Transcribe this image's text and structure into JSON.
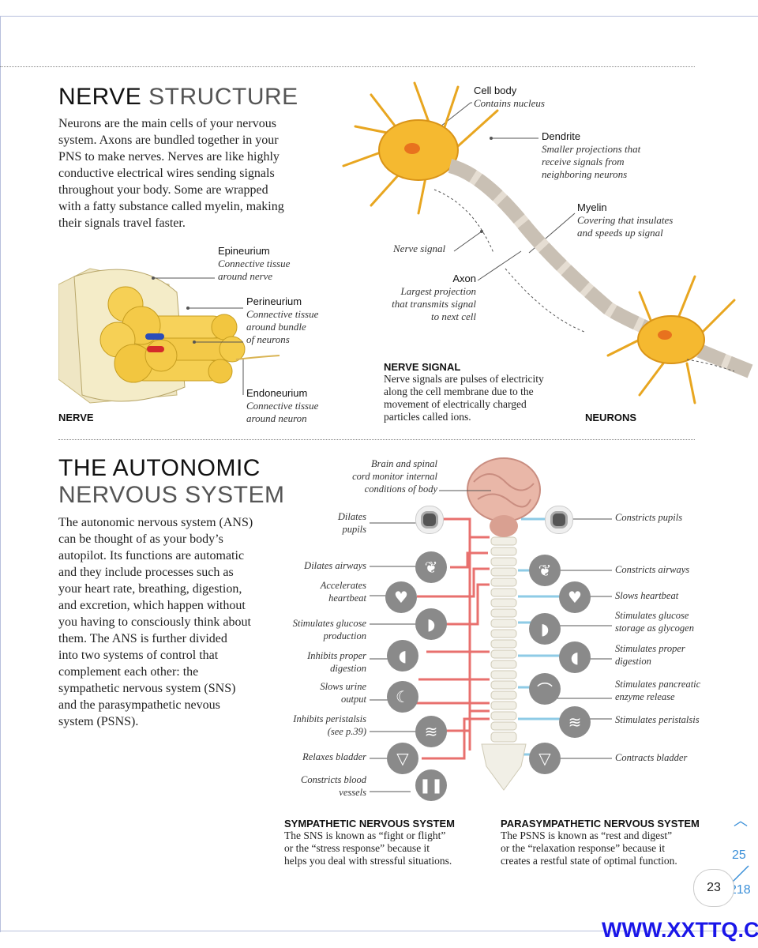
{
  "nerve_section": {
    "title_bold": "NERVE",
    "title_light": "STRUCTURE",
    "intro": "Neurons are the main cells of your nervous system. Axons are bundled together in your PNS to make nerves. Nerves are like highly conductive electrical wires sending signals throughout your body. Some are wrapped with a fatty substance called myelin, making their signals travel faster.",
    "intro_lines": [
      "Neurons are the main cells of your nervous",
      "system. Axons are bundled together in your",
      "PNS to make nerves. Nerves are like highly",
      "conductive electrical wires sending signals",
      "throughout your body. Some are wrapped",
      "with a fatty substance called myelin, making",
      "their signals travel faster."
    ],
    "nerve_labels": {
      "epineurium": {
        "name": "Epineurium",
        "desc": [
          "Connective tissue",
          "around nerve"
        ]
      },
      "perineurium": {
        "name": "Perineurium",
        "desc": [
          "Connective tissue",
          "around bundle",
          "of neurons"
        ]
      },
      "endoneurium": {
        "name": "Endoneurium",
        "desc": [
          "Connective tissue",
          "around neuron"
        ]
      }
    },
    "nerve_caption": "NERVE",
    "neuron_labels": {
      "cell_body": {
        "name": "Cell body",
        "desc": [
          "Contains nucleus"
        ]
      },
      "dendrite": {
        "name": "Dendrite",
        "desc": [
          "Smaller projections that",
          "receive signals from",
          "neighboring neurons"
        ]
      },
      "myelin": {
        "name": "Myelin",
        "desc": [
          "Covering that insulates",
          "and speeds up signal"
        ]
      },
      "nerve_signal": "Nerve signal",
      "axon": {
        "name": "Axon",
        "desc": [
          "Largest projection",
          "that transmits signal",
          "to next cell"
        ]
      }
    },
    "nerve_signal_box": {
      "heading": "NERVE SIGNAL",
      "lines": [
        "Nerve signals are pulses of electricity",
        "along the cell membrane due to the",
        "movement of electrically charged",
        "particles called ions."
      ]
    },
    "neurons_caption": "NEURONS"
  },
  "ans_section": {
    "title_line1": "THE AUTONOMIC",
    "title_line2": "NERVOUS SYSTEM",
    "intro_lines": [
      "The autonomic nervous system (ANS)",
      "can be thought of as your body’s",
      "autopilot. Its functions are automatic",
      "and they include processes such as",
      "your heart rate, breathing, digestion,",
      "and excretion, which happen without",
      "you having to consciously think about",
      "them. The ANS is further divided",
      "into two systems of control that",
      "complement each other: the",
      "sympathetic nervous system (SNS)",
      "and the parasympathetic nevous",
      "system (PSNS)."
    ],
    "brain_label": [
      "Brain and spinal",
      "cord monitor internal",
      "conditions of body"
    ],
    "sympathetic": [
      {
        "label": [
          "Dilates",
          "pupils"
        ],
        "icon": "eye-icon"
      },
      {
        "label": [
          "Dilates airways"
        ],
        "icon": "lungs-icon"
      },
      {
        "label": [
          "Accelerates",
          "heartbeat"
        ],
        "icon": "heart-icon"
      },
      {
        "label": [
          "Stimulates glucose",
          "production"
        ],
        "icon": "liver-icon"
      },
      {
        "label": [
          "Inhibits proper",
          "digestion"
        ],
        "icon": "stomach-icon"
      },
      {
        "label": [
          "Slows urine",
          "output"
        ],
        "icon": "kidney-icon"
      },
      {
        "label": [
          "Inhibits peristalsis",
          "(see p.39)"
        ],
        "icon": "intestine-icon"
      },
      {
        "label": [
          "Relaxes bladder"
        ],
        "icon": "bladder-icon"
      },
      {
        "label": [
          "Constricts blood",
          "vessels"
        ],
        "icon": "blood-vessel-icon"
      }
    ],
    "parasympathetic": [
      {
        "label": [
          "Constricts pupils"
        ],
        "icon": "eye-icon"
      },
      {
        "label": [
          "Constricts airways"
        ],
        "icon": "lungs-icon"
      },
      {
        "label": [
          "Slows heartbeat"
        ],
        "icon": "heart-icon"
      },
      {
        "label": [
          "Stimulates glucose",
          "storage as glycogen"
        ],
        "icon": "liver-icon"
      },
      {
        "label": [
          "Stimulates proper",
          "digestion"
        ],
        "icon": "stomach-icon"
      },
      {
        "label": [
          "Stimulates pancreatic",
          "enzyme release"
        ],
        "icon": "pancreas-icon"
      },
      {
        "label": [
          "Stimulates peristalsis"
        ],
        "icon": "intestine-icon"
      },
      {
        "label": [
          "Contracts bladder"
        ],
        "icon": "bladder-icon"
      }
    ],
    "sns_box": {
      "heading": "SYMPATHETIC NERVOUS SYSTEM",
      "lines": [
        "The SNS is known as “fight or flight”",
        "or the “stress response” because it",
        "helps you deal with stressful situations."
      ]
    },
    "psns_box": {
      "heading": "PARASYMPATHETIC NERVOUS SYSTEM",
      "lines": [
        "The PSNS is known as “rest and digest”",
        "or the “relaxation response” because it",
        "creates a restful state of optimal function."
      ]
    }
  },
  "viewer": {
    "page_number": "23",
    "current_page": "25",
    "total_pages": "218",
    "scroll_up_icon": "chevron-up-icon"
  },
  "watermark": "WWW.XXTTQ.COM",
  "colors": {
    "sympathetic": "#e8706e",
    "parasympathetic": "#8ecbe6",
    "neuron": "#f2b424"
  }
}
